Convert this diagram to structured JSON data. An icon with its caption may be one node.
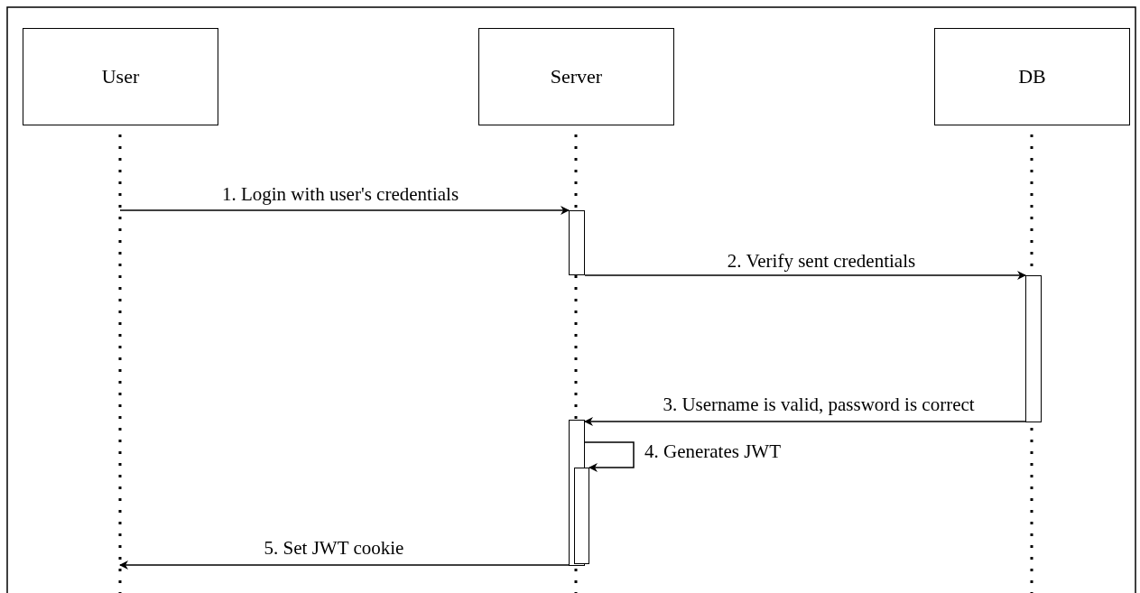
{
  "diagram": {
    "nodes": [
      {
        "text": [
          "User"
        ]
      },
      {
        "text": [
          "Server"
        ]
      },
      {
        "text": [
          "DB"
        ]
      },
      {
        "text": [],
        "shape": "bar"
      },
      {
        "text": [],
        "shape": "bar"
      },
      {
        "text": [],
        "shape": "bar"
      },
      {
        "text": [],
        "shape": "bar"
      }
    ],
    "edges": [
      {
        "from": null,
        "to": 3,
        "arrow": "to",
        "label": "1. Login with user's credentials"
      },
      {
        "from": 3,
        "to": 4,
        "arrow": "to",
        "label": "2. Verify sent credentials"
      },
      {
        "from": 4,
        "to": 5,
        "arrow": "to",
        "label": "3. Username is valid, password is correct"
      },
      {
        "from": 5,
        "to": 6,
        "arrow": "to",
        "label": "4. Generates JWT"
      },
      {
        "from": 5,
        "to": null,
        "arrow": "to",
        "label": "5. Set JWT cookie"
      }
    ]
  }
}
